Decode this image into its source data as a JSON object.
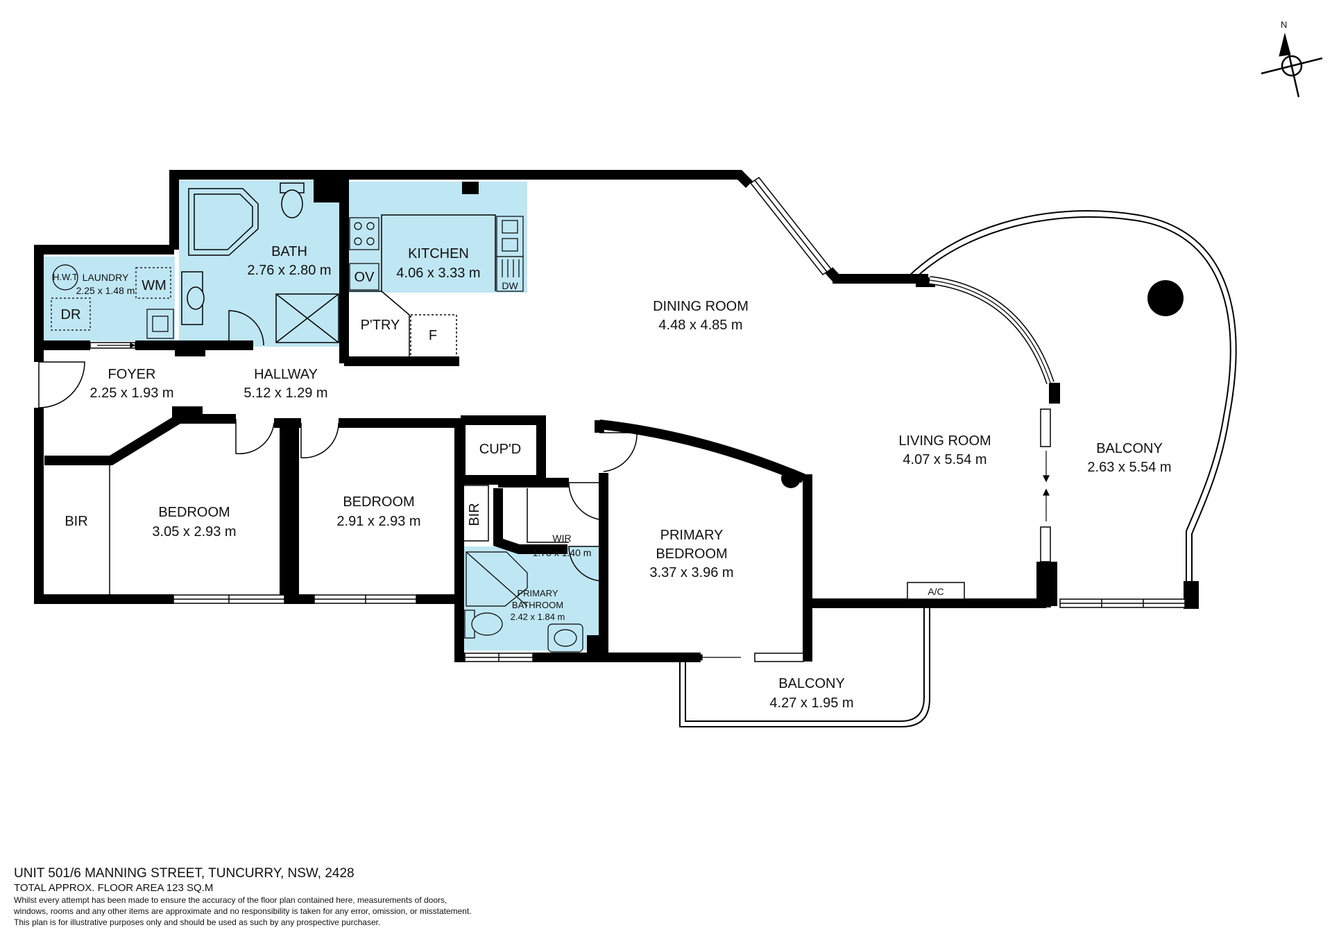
{
  "compass": {
    "north_label": "N"
  },
  "colors": {
    "wet_area": "#bfe6f3",
    "wall": "#000000",
    "background": "#ffffff"
  },
  "rooms": {
    "laundry": {
      "name": "LAUNDRY",
      "dims": "2.25 x 1.48 m"
    },
    "bath": {
      "name": "BATH",
      "dims": "2.76 x 2.80 m"
    },
    "kitchen": {
      "name": "KITCHEN",
      "dims": "4.06 x 3.33 m"
    },
    "dining": {
      "name": "DINING ROOM",
      "dims": "4.48 x 4.85 m"
    },
    "foyer": {
      "name": "FOYER",
      "dims": "2.25 x 1.93 m"
    },
    "hallway": {
      "name": "HALLWAY",
      "dims": "5.12 x 1.29 m"
    },
    "bedroom1": {
      "name": "BEDROOM",
      "dims": "3.05 x 2.93 m"
    },
    "bedroom2": {
      "name": "BEDROOM",
      "dims": "2.91 x 2.93 m"
    },
    "wir": {
      "name": "WIR",
      "dims": "1.78 x 1.40 m"
    },
    "primary_bedroom": {
      "name_line1": "PRIMARY",
      "name_line2": "BEDROOM",
      "dims": "3.37 x 3.96 m"
    },
    "primary_bathroom": {
      "name_line1": "PRIMARY",
      "name_line2": "BATHROOM",
      "dims": "2.42 x 1.84 m"
    },
    "living": {
      "name": "LIVING ROOM",
      "dims": "4.07 x 5.54 m"
    },
    "balcony_east": {
      "name": "BALCONY",
      "dims": "2.63 x 5.54 m"
    },
    "balcony_south": {
      "name": "BALCONY",
      "dims": "4.27 x 1.95 m"
    }
  },
  "fixtures": {
    "hwt": "H.W.T",
    "wm": "WM",
    "dr": "DR",
    "ov": "OV",
    "dw": "DW",
    "pantry": "P'TRY",
    "fridge": "F",
    "cupboard": "CUP'D",
    "bir_left": "BIR",
    "bir_mid": "BIR",
    "ac": "A/C"
  },
  "footer": {
    "address": "UNIT 501/6 MANNING STREET, TUNCURRY, NSW, 2428",
    "area": "TOTAL APPROX. FLOOR AREA 123 SQ.M",
    "disclaimer_1": "Whilst every attempt has been made to ensure the accuracy of the floor plan contained here, measurements of doors,",
    "disclaimer_2": "windows, rooms and any other items are approximate and no responsibility is taken for any error, omission, or misstatement.",
    "disclaimer_3": "This plan is for illustrative purposes only and should be used as such by any prospective purchaser."
  }
}
